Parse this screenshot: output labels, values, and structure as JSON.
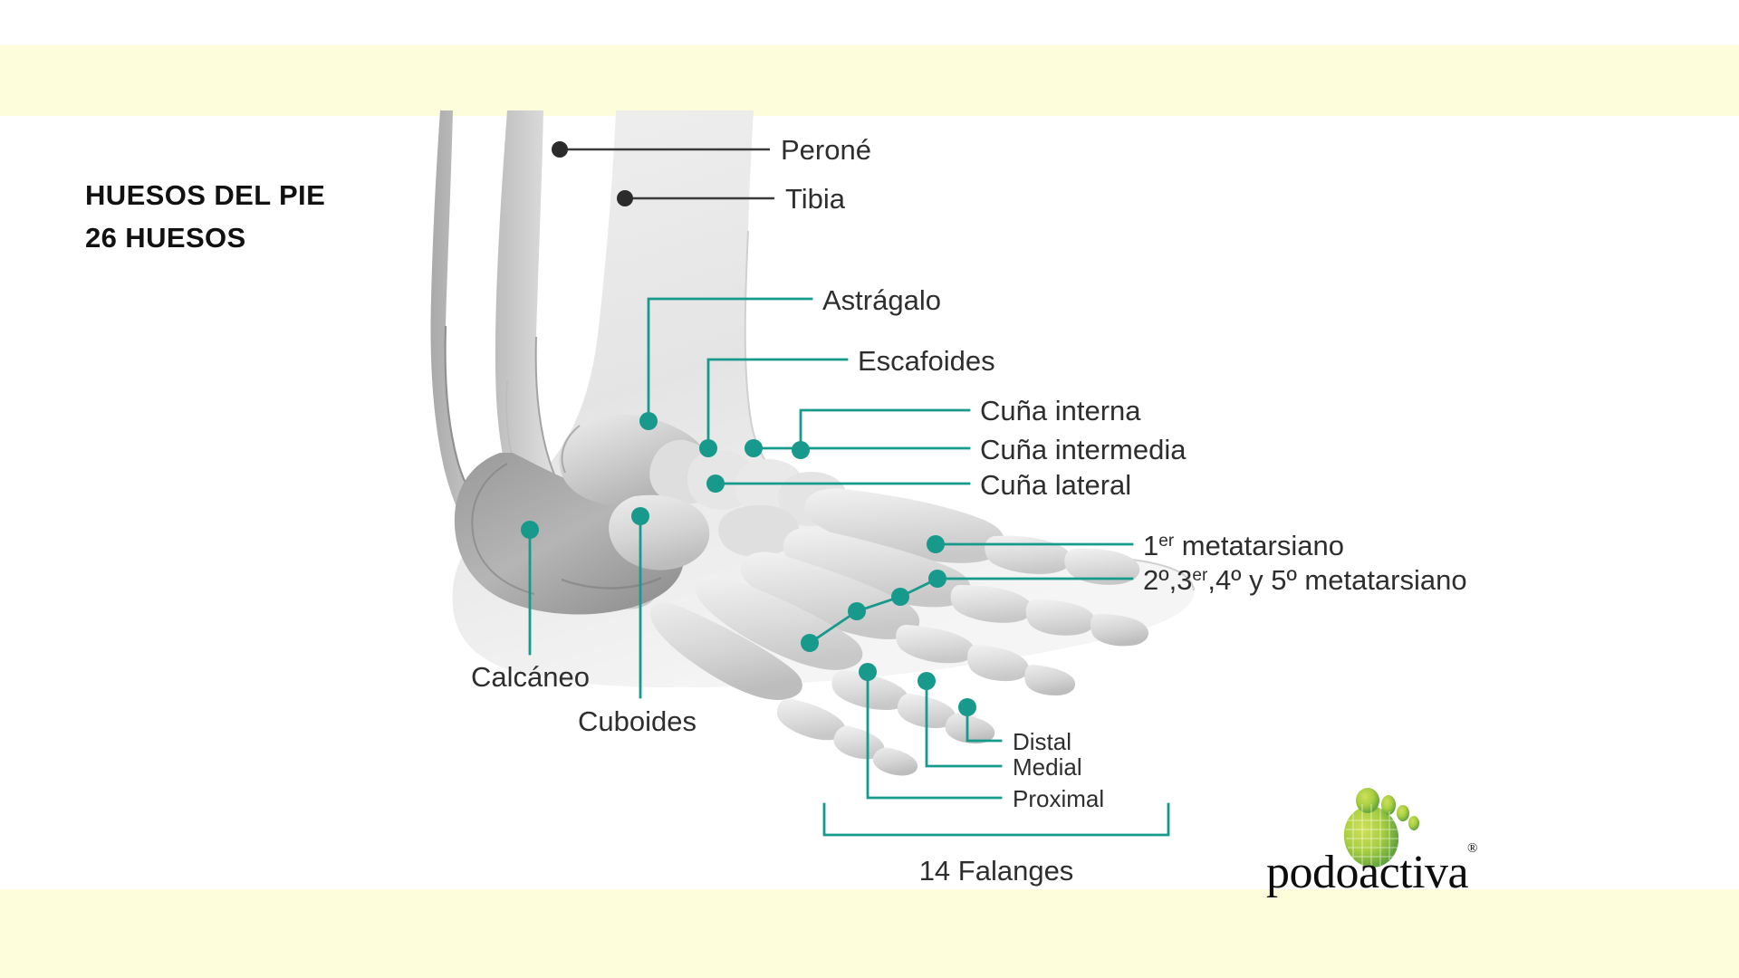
{
  "page": {
    "title_line1": "HUESOS DEL PIE",
    "title_line2": "26 HUESOS",
    "background_color": "#ffffff",
    "band_color": "#fdfcdb"
  },
  "colors": {
    "teal": "#179a8c",
    "dark": "#2b2b2b",
    "text": "#2e2e2e",
    "logo_green_light": "#a6cf3f",
    "logo_green_dark": "#3f8f3a"
  },
  "labels": {
    "perone": "Peroné",
    "tibia": "Tibia",
    "astragalo": "Astrágalo",
    "escafoides": "Escafoides",
    "cuna_interna": "Cuña interna",
    "cuna_intermedia": "Cuña intermedia",
    "cuna_lateral": "Cuña lateral",
    "metatarsiano_1_num": "1",
    "metatarsiano_1_sup": "er",
    "metatarsiano_1_rest": " metatarsiano",
    "metatarsiano_rest_a": "2º,3",
    "metatarsiano_rest_sup": "er",
    "metatarsiano_rest_b": ",4º y 5º metatarsiano",
    "calcaneo": "Calcáneo",
    "cuboides": "Cuboides",
    "distal": "Distal",
    "medial": "Medial",
    "proximal": "Proximal",
    "falanges": "14 Falanges"
  },
  "logo": {
    "wordmark": "podoactiva",
    "registered": "®",
    "icon": "green-footprint-icon"
  },
  "diagram": {
    "subject": "lateral view of human foot and ankle skeleton",
    "bone_count": 26,
    "phalange_count": 14
  }
}
